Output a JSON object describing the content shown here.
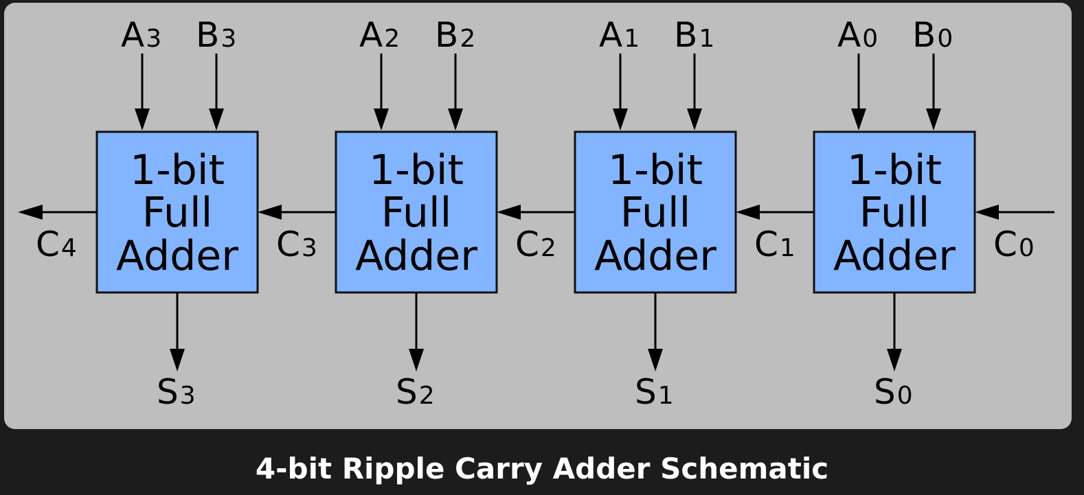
{
  "caption": "4-bit Ripple Carry Adder Schematic",
  "colors": {
    "background": "#1c1c1c",
    "panel": "#bebebe",
    "block_fill": "#82b4ff",
    "line": "#000000",
    "caption": "#ffffff"
  },
  "block_label_lines": [
    "1-bit",
    "Full",
    "Adder"
  ],
  "adders": [
    {
      "a": {
        "base": "A",
        "sub": "3"
      },
      "b": {
        "base": "B",
        "sub": "3"
      },
      "s": {
        "base": "S",
        "sub": "3"
      },
      "c": {
        "base": "C",
        "sub": "4"
      }
    },
    {
      "a": {
        "base": "A",
        "sub": "2"
      },
      "b": {
        "base": "B",
        "sub": "2"
      },
      "s": {
        "base": "S",
        "sub": "2"
      },
      "c": {
        "base": "C",
        "sub": "3"
      }
    },
    {
      "a": {
        "base": "A",
        "sub": "1"
      },
      "b": {
        "base": "B",
        "sub": "1"
      },
      "s": {
        "base": "S",
        "sub": "1"
      },
      "c": {
        "base": "C",
        "sub": "2"
      }
    },
    {
      "a": {
        "base": "A",
        "sub": "0"
      },
      "b": {
        "base": "B",
        "sub": "0"
      },
      "s": {
        "base": "S",
        "sub": "0"
      },
      "c": {
        "base": "C",
        "sub": "1"
      }
    }
  ],
  "carry_in": {
    "base": "C",
    "sub": "0"
  }
}
